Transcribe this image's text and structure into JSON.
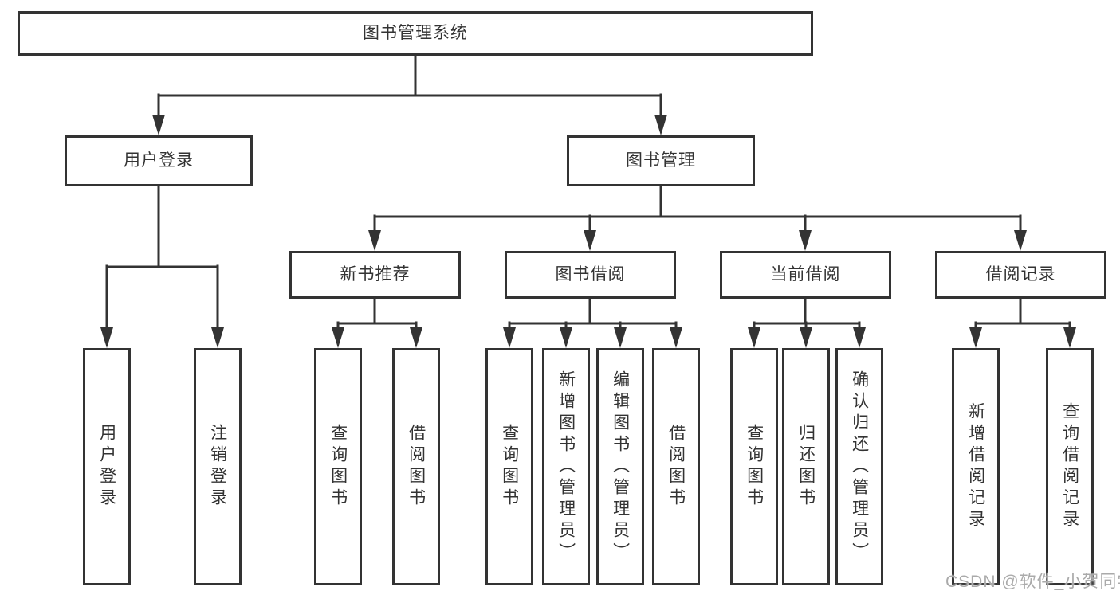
{
  "diagram": {
    "tree": {
      "root": "图书管理系统",
      "children": [
        {
          "label": "用户登录",
          "children": [
            "用户登录",
            "注销登录"
          ]
        },
        {
          "label": "图书管理",
          "children": [
            {
              "label": "新书推荐",
              "children": [
                "查询图书",
                "借阅图书"
              ]
            },
            {
              "label": "图书借阅",
              "children": [
                "查询图书",
                "新增图书（管理员）",
                "编辑图书（管理员）",
                "借阅图书"
              ]
            },
            {
              "label": "当前借阅",
              "children": [
                "查询图书",
                "归还图书",
                "确认归还（管理员）"
              ]
            },
            {
              "label": "借阅记录",
              "children": [
                "新增借阅记录",
                "查询借阅记录"
              ]
            }
          ]
        }
      ]
    },
    "watermark": "CSDN @软件_小贺同学",
    "colors": {
      "line": "#333333",
      "box_border": "#333333",
      "text": "#333333",
      "watermark": "#aaaaaa",
      "background": "#ffffff"
    }
  }
}
